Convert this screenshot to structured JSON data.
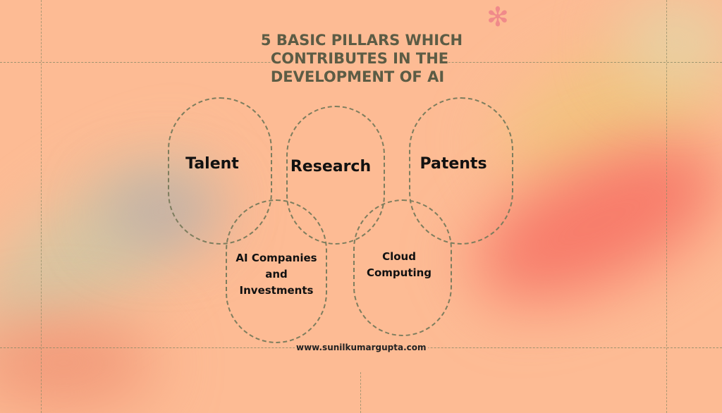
{
  "title": "5 BASIC PILLARS WHICH CONTRIBUTES IN THE DEVELOPMENT OF AI",
  "pillars": {
    "talent": "Talent",
    "research": "Research",
    "patents": "Patents",
    "ai_companies": "AI Companies and Investments",
    "cloud": "Cloud Computing"
  },
  "website": "www.sunilkumargupta.com",
  "colors": {
    "background": "#fdbb94",
    "title": "#5c5c45",
    "dash": "#7d7d5e"
  }
}
